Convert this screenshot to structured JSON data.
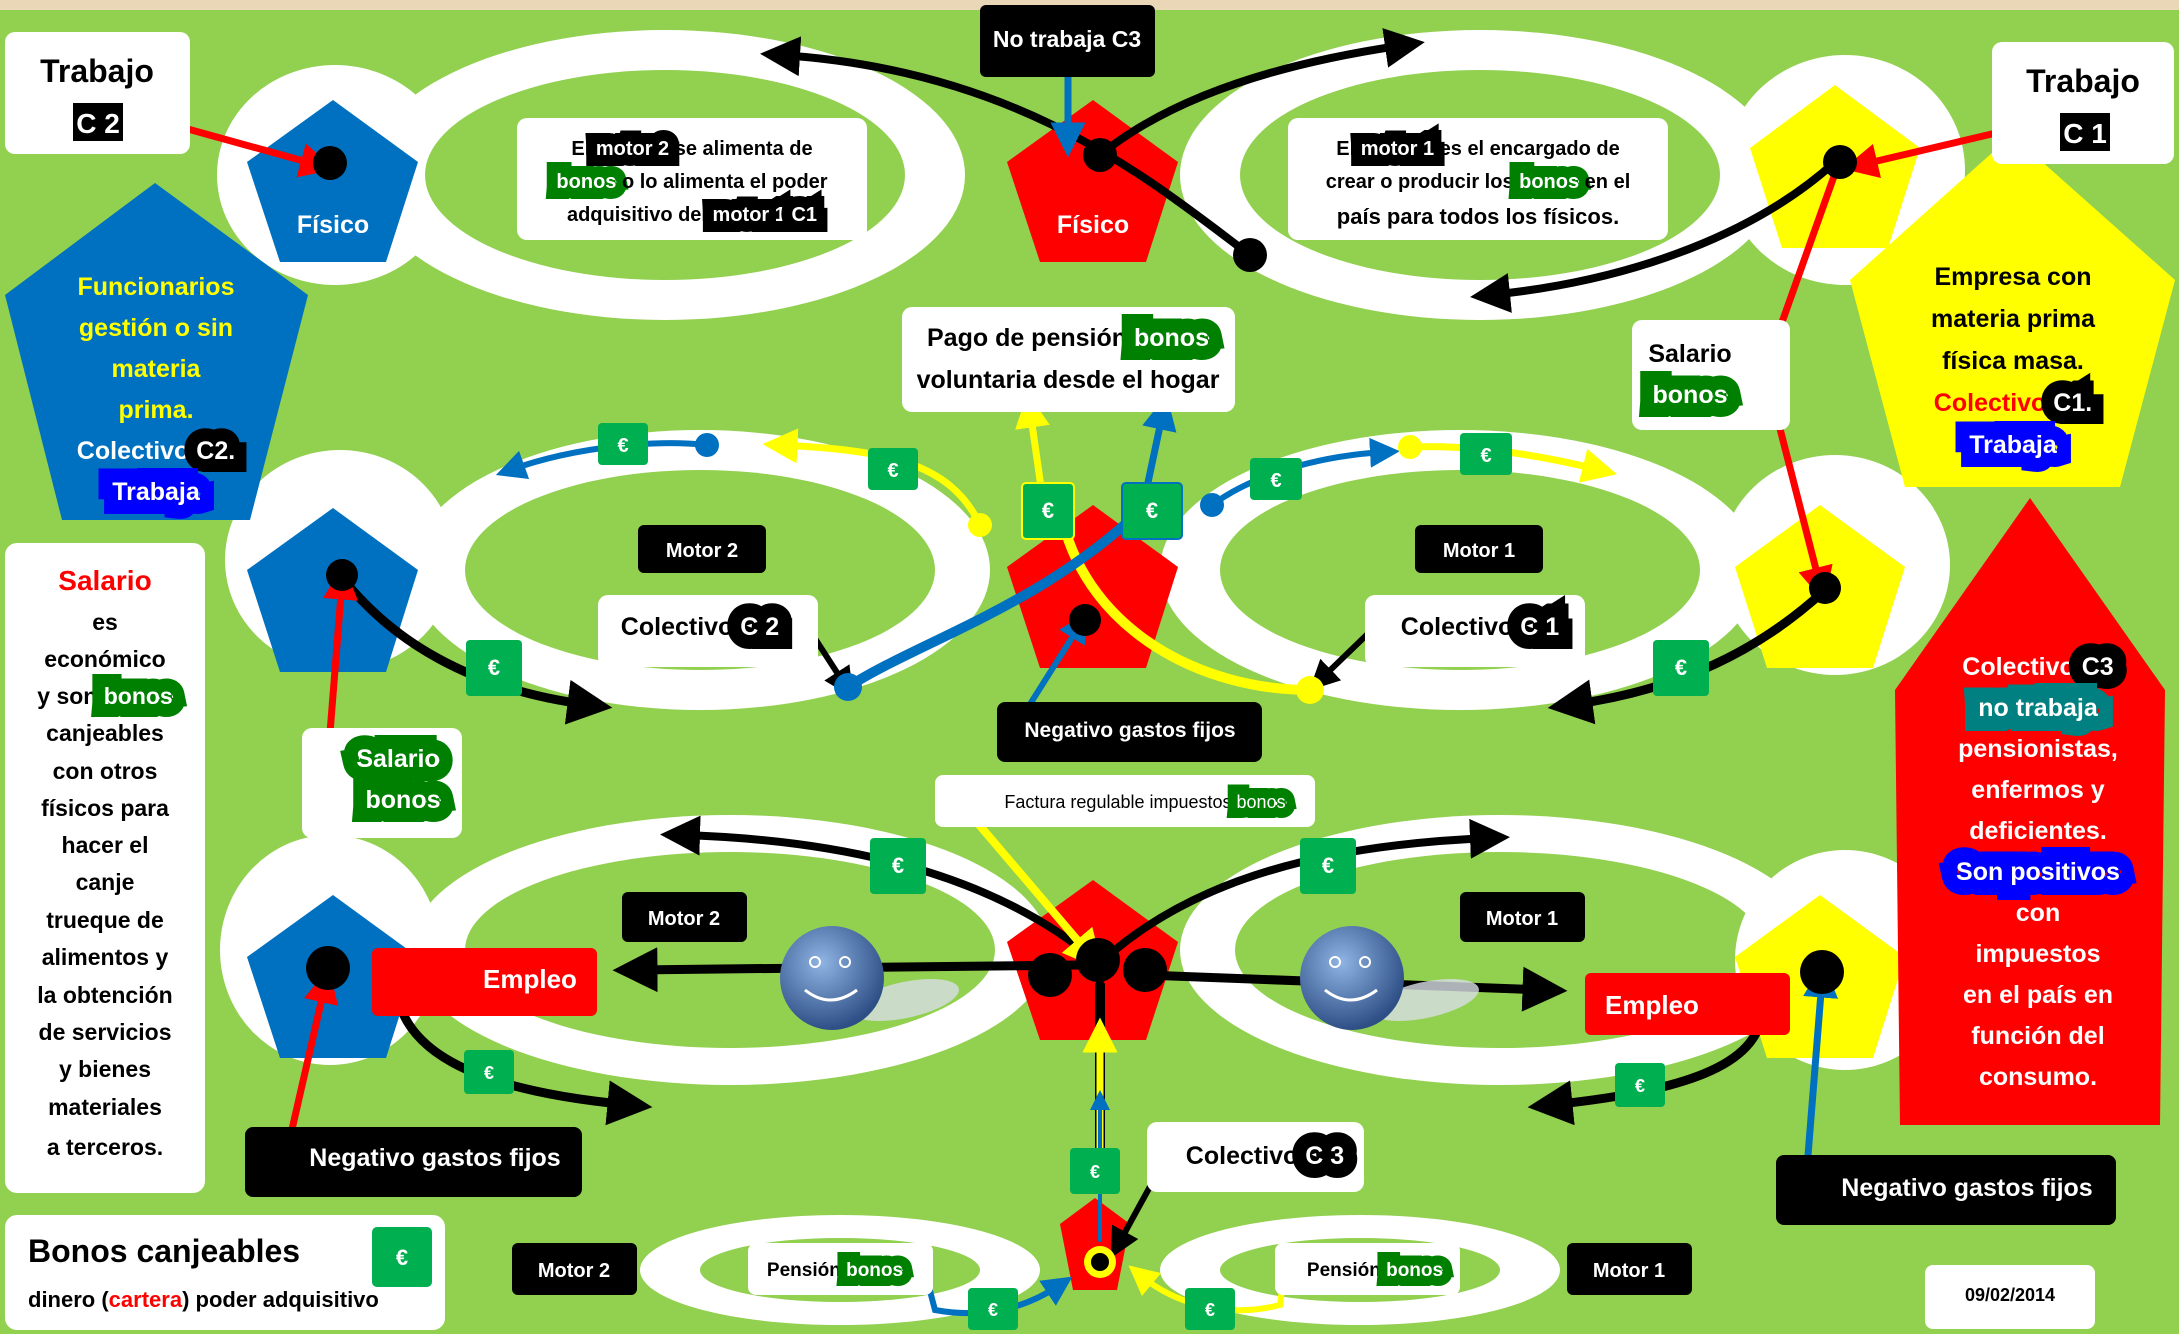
{
  "colors": {
    "background": "#92d050",
    "blue": "#0070c0",
    "red": "#ff0000",
    "yellow": "#ffff00",
    "green_bono": "#00b050",
    "highlight_green": "#008000",
    "highlight_blue": "#0000ff",
    "highlight_teal": "#008080",
    "black": "#000000",
    "white": "#ffffff"
  },
  "icons": {
    "euro_badge": "€",
    "face_icon": "smiley-ball-icon"
  },
  "top_band": {
    "no_trabaja": "No trabaja C3",
    "trabajo_c2": {
      "label": "Trabajo",
      "badge": "C 2"
    },
    "trabajo_c1": {
      "label": "Trabajo",
      "badge": "C 1"
    },
    "fisico_left": "Físico",
    "fisico_center": "Físico",
    "motor2_note": {
      "l1_a": "El ",
      "l1_hl": "motor 2",
      "l1_b": " se alimenta de",
      "l2_hl": "bonos",
      "l2_b": " o lo alimenta el poder",
      "l3_a": "adquisitivo del ",
      "l3_hl": "motor 1",
      "l3_sp": " ",
      "l3_hl2": "C1"
    },
    "motor1_note": {
      "l1_a": "El ",
      "l1_hl": "motor 1",
      "l1_b": " es el encargado de",
      "l2_a": "crear o producir los  ",
      "l2_hl": "bonos",
      "l2_b": " en el",
      "l3": "país para todos los físicos."
    }
  },
  "left_pentagon": {
    "l1": "Funcionarios",
    "l2": "gestión o sin",
    "l3": "materia",
    "l4": "prima.",
    "l5_a": "Colectivo ",
    "l5_hl": "C2.",
    "l6_hl": "Trabaja"
  },
  "right_pentagon": {
    "l1": "Empresa con",
    "l2": "materia prima",
    "l3": "física masa.",
    "l4_a": "Colectivo ",
    "l4_hl": "C1.",
    "l5_hl": "Trabaja"
  },
  "pension_box": {
    "l1_a": "Pago de pensión  ",
    "l1_hl": "bonos",
    "l2": "voluntaria desde el hogar"
  },
  "salario_right": {
    "l1": "Salario",
    "l2_hl": "bonos"
  },
  "salario_left_small": {
    "l1_hl": "Salario",
    "l2_hl": "bonos"
  },
  "middle_band": {
    "motor2": "Motor 2",
    "motor1": "Motor 1",
    "colectivo_c2": {
      "a": "Colectivo ",
      "hl": "C 2"
    },
    "colectivo_c1": {
      "a": "Colectivo ",
      "hl": "C 1"
    },
    "negativo": "Negativo gastos fijos"
  },
  "salario_note": [
    "Salario",
    "es",
    "económico",
    "y  son ",
    "bonos",
    "canjeables",
    "con otros",
    "físicos para",
    "hacer el",
    "canje",
    "trueque de",
    "alimentos y",
    "la obtención",
    "de servicios",
    "y bienes",
    "materiales",
    "a terceros."
  ],
  "factura": {
    "a": "Factura regulable impuestos ",
    "hl": "bonos"
  },
  "lower_band": {
    "motor2": "Motor 2",
    "motor1": "Motor 1",
    "empleo_left": "Empleo",
    "empleo_right": "Empleo",
    "negativo_left": "Negativo gastos fijos",
    "negativo_right": "Negativo gastos fijos",
    "colectivo_c3": {
      "a": "Colectivo ",
      "hl": "C 3"
    }
  },
  "c3_note": {
    "l1_a": "Colectivo ",
    "l1_hl": "C3",
    "l2_hl": "no trabaja",
    "l3": "pensionistas,",
    "l4": "enfermos y",
    "l5": "deficientes.",
    "l6_hl": "Son positivos",
    "l7": "con",
    "l8": "impuestos",
    "l9": "en el país en",
    "l10": "función del",
    "l11": "consumo."
  },
  "bottom_band": {
    "motor2": "Motor 2",
    "motor1": "Motor 1",
    "pension_left": {
      "a": "Pensión ",
      "hl": "bonos"
    },
    "pension_right": {
      "a": "Pensión ",
      "hl": "bonos"
    }
  },
  "legend": {
    "title": "Bonos canjeables",
    "l2_a": "dinero (",
    "l2_hl": "cartera",
    "l2_b": ") poder adquisitivo"
  },
  "date": "09/02/2014"
}
